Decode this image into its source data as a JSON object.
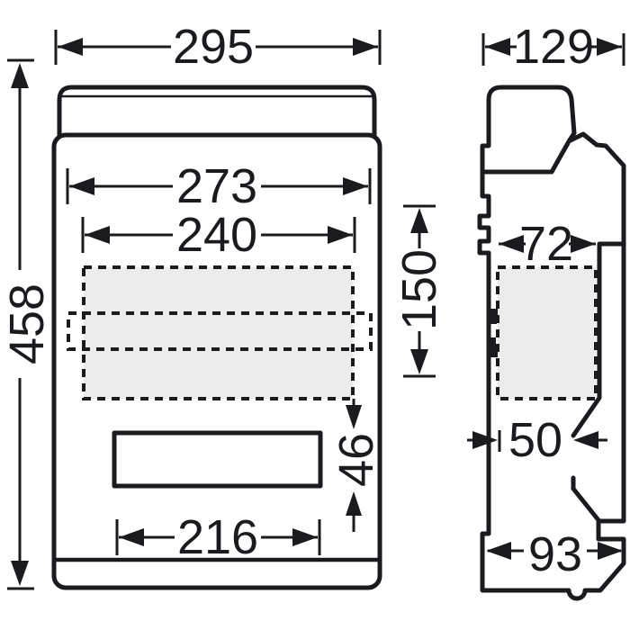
{
  "colors": {
    "line": "#1b1b1f",
    "knockout_fill": "#ececec",
    "background": "#ffffff"
  },
  "front_view": {
    "dimensions": {
      "overall_width": "295",
      "overall_height": "458",
      "inner_width_upper": "273",
      "inner_width_lower": "240",
      "knockout_field_height": "150",
      "slot_height": "46",
      "bottom_width": "216"
    }
  },
  "side_view": {
    "dimensions": {
      "overall_depth": "129",
      "knockout_field_depth": "72",
      "lower_depth": "50",
      "bottom_depth": "93"
    }
  }
}
